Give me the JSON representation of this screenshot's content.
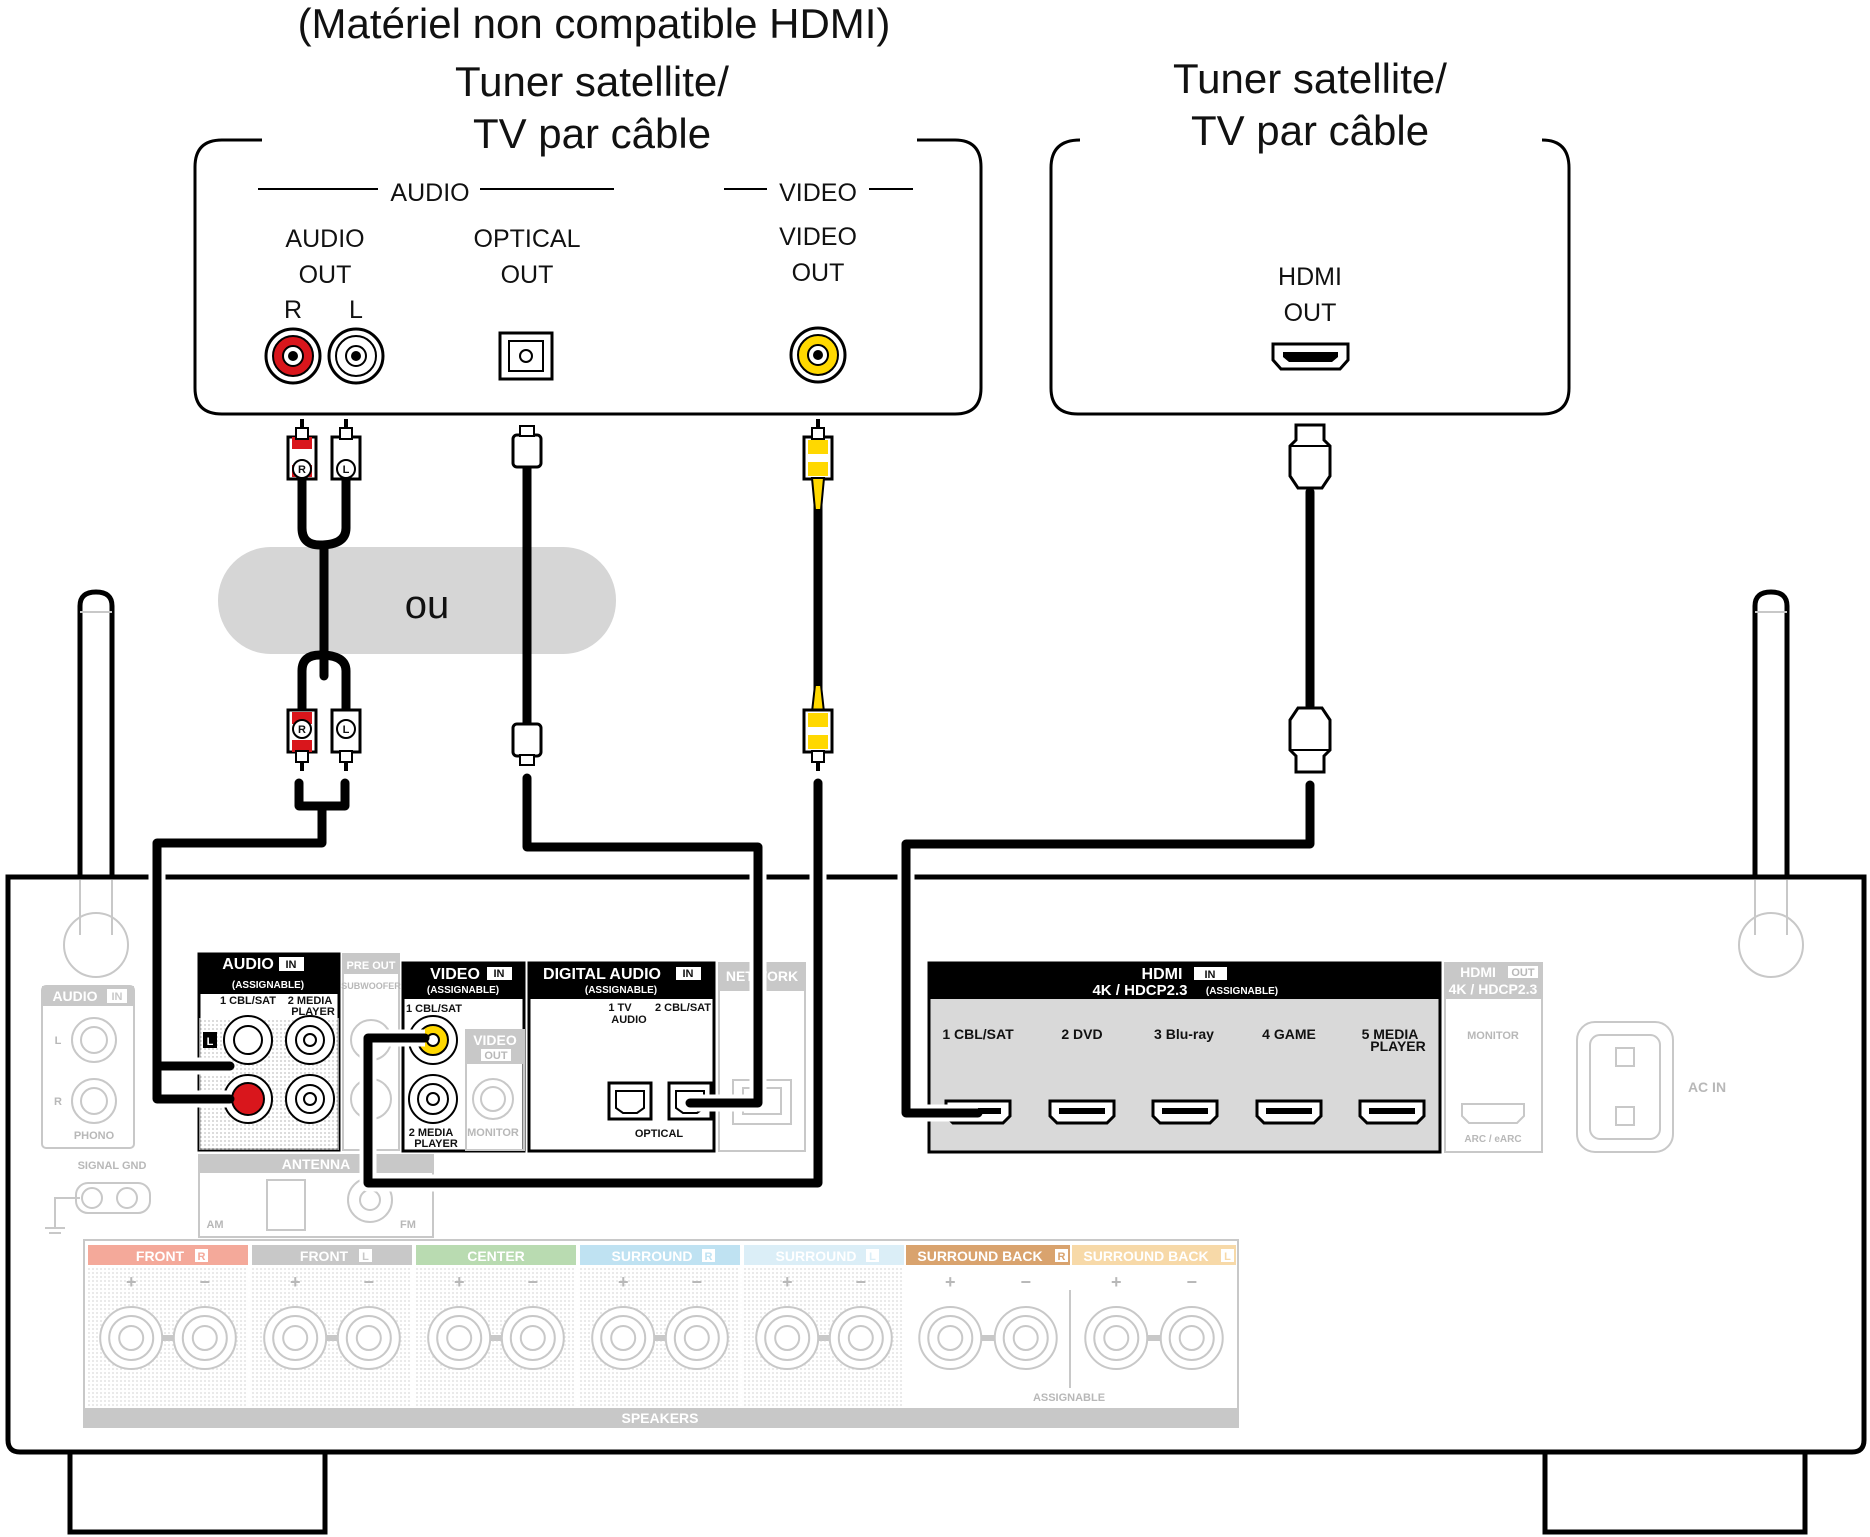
{
  "title_left": {
    "line1": "(Matériel non compatible HDMI)",
    "line2": "Tuner satellite/",
    "line3": "TV par câble"
  },
  "title_right": {
    "line1": "Tuner satellite/",
    "line2": "TV par câble"
  },
  "source_left": {
    "audio_group": "AUDIO",
    "video_group": "VIDEO",
    "audio_out": [
      "AUDIO",
      "OUT"
    ],
    "r": "R",
    "l": "L",
    "optical_out": [
      "OPTICAL",
      "OUT"
    ],
    "video_out": [
      "VIDEO",
      "OUT"
    ]
  },
  "source_right": {
    "hdmi_out": [
      "HDMI",
      "OUT"
    ]
  },
  "or_label": "ou",
  "plug_labels": {
    "r": "R",
    "l": "L"
  },
  "receiver": {
    "audio_in": {
      "title": "AUDIO",
      "in": "IN",
      "sub": "(ASSIGNABLE)",
      "j1": "1 CBL/SAT",
      "j2": "2 MEDIA",
      "j2b": "PLAYER",
      "l": "L",
      "r": "R"
    },
    "phono": {
      "title": "AUDIO",
      "in": "IN",
      "label": "PHONO",
      "l": "L",
      "r": "R"
    },
    "signal_gnd": "SIGNAL GND",
    "pre_out": {
      "title": "PRE OUT",
      "sub": "SUBWOOFER"
    },
    "video_in": {
      "title": "VIDEO",
      "in": "IN",
      "sub": "(ASSIGNABLE)",
      "j1": "1 CBL/SAT",
      "j2": "2 MEDIA",
      "j2b": "PLAYER"
    },
    "video_out": {
      "title": "VIDEO",
      "out": "OUT",
      "label": "MONITOR"
    },
    "digital_audio": {
      "title": "DIGITAL AUDIO",
      "in": "IN",
      "sub": "(ASSIGNABLE)",
      "j1": "1  TV",
      "j1b": "AUDIO",
      "j2": "2 CBL/SAT",
      "label": "OPTICAL"
    },
    "network": "NETWORK",
    "antenna": {
      "title": "ANTENNA",
      "am": "AM",
      "fm": "FM"
    },
    "hdmi_in": {
      "title": "HDMI",
      "in": "IN",
      "sub": "4K / HDCP2.3",
      "assign": "(ASSIGNABLE)",
      "ports": [
        "1  CBL/SAT",
        "2  DVD",
        "3  Blu-ray",
        "4  GAME",
        "5  MEDIA"
      ],
      "port5b": "PLAYER"
    },
    "hdmi_out": {
      "title": "HDMI",
      "out": "OUT",
      "sub": "4K / HDCP2.3",
      "label": "MONITOR",
      "arc": "ARC / eARC"
    },
    "ac_in": "AC IN",
    "speakers": {
      "groups": [
        "FRONT",
        "FRONT",
        "CENTER",
        "SURROUND",
        "SURROUND",
        "SURROUND BACK",
        "SURROUND BACK"
      ],
      "sides": [
        "R",
        "L",
        "",
        "R",
        "L",
        "R",
        "L"
      ],
      "label": "SPEAKERS",
      "assignable": "ASSIGNABLE",
      "plus": "+",
      "minus": "−"
    }
  },
  "colors": {
    "red": "#d9161c",
    "yellow": "#ffd800",
    "grey": "#c8c8c8",
    "front_r": "#f4a99a",
    "center": "#b9dbb1",
    "surround_r": "#bfe2f2",
    "surround_l": "#dbeef7",
    "surround_back_r": "#d9a36e",
    "surround_back_l": "#f7d9a8"
  }
}
